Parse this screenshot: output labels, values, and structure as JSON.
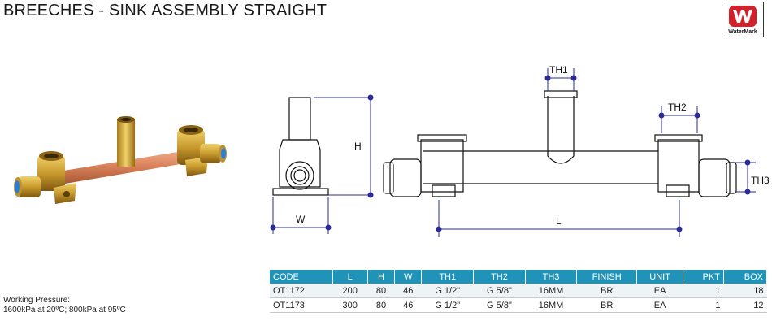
{
  "header": {
    "title": "BREECHES - SINK ASSEMBLY STRAIGHT",
    "logo_text": "WaterMark"
  },
  "drawing": {
    "labels": {
      "h": "H",
      "w": "W",
      "l": "L",
      "th1": "TH1",
      "th2": "TH2",
      "th3": "TH3"
    }
  },
  "notes": {
    "line1": "Working Pressure:",
    "line2": "1600kPa at 20ºC; 800kPa at 95ºC"
  },
  "table": {
    "headers": [
      "CODE",
      "L",
      "H",
      "W",
      "TH1",
      "TH2",
      "TH3",
      "FINISH",
      "UNIT",
      "PKT",
      "BOX"
    ],
    "rows": [
      [
        "OT1172",
        "200",
        "80",
        "46",
        "G 1/2\"",
        "G 5/8\"",
        "16MM",
        "BR",
        "EA",
        "1",
        "18"
      ],
      [
        "OT1173",
        "300",
        "80",
        "46",
        "G 1/2\"",
        "G 5/8\"",
        "16MM",
        "BR",
        "EA",
        "1",
        "12"
      ]
    ]
  },
  "colors": {
    "header_bg": "#1f93b8",
    "dimension_line": "#2a2a9a",
    "logo_red": "#d3202a"
  }
}
